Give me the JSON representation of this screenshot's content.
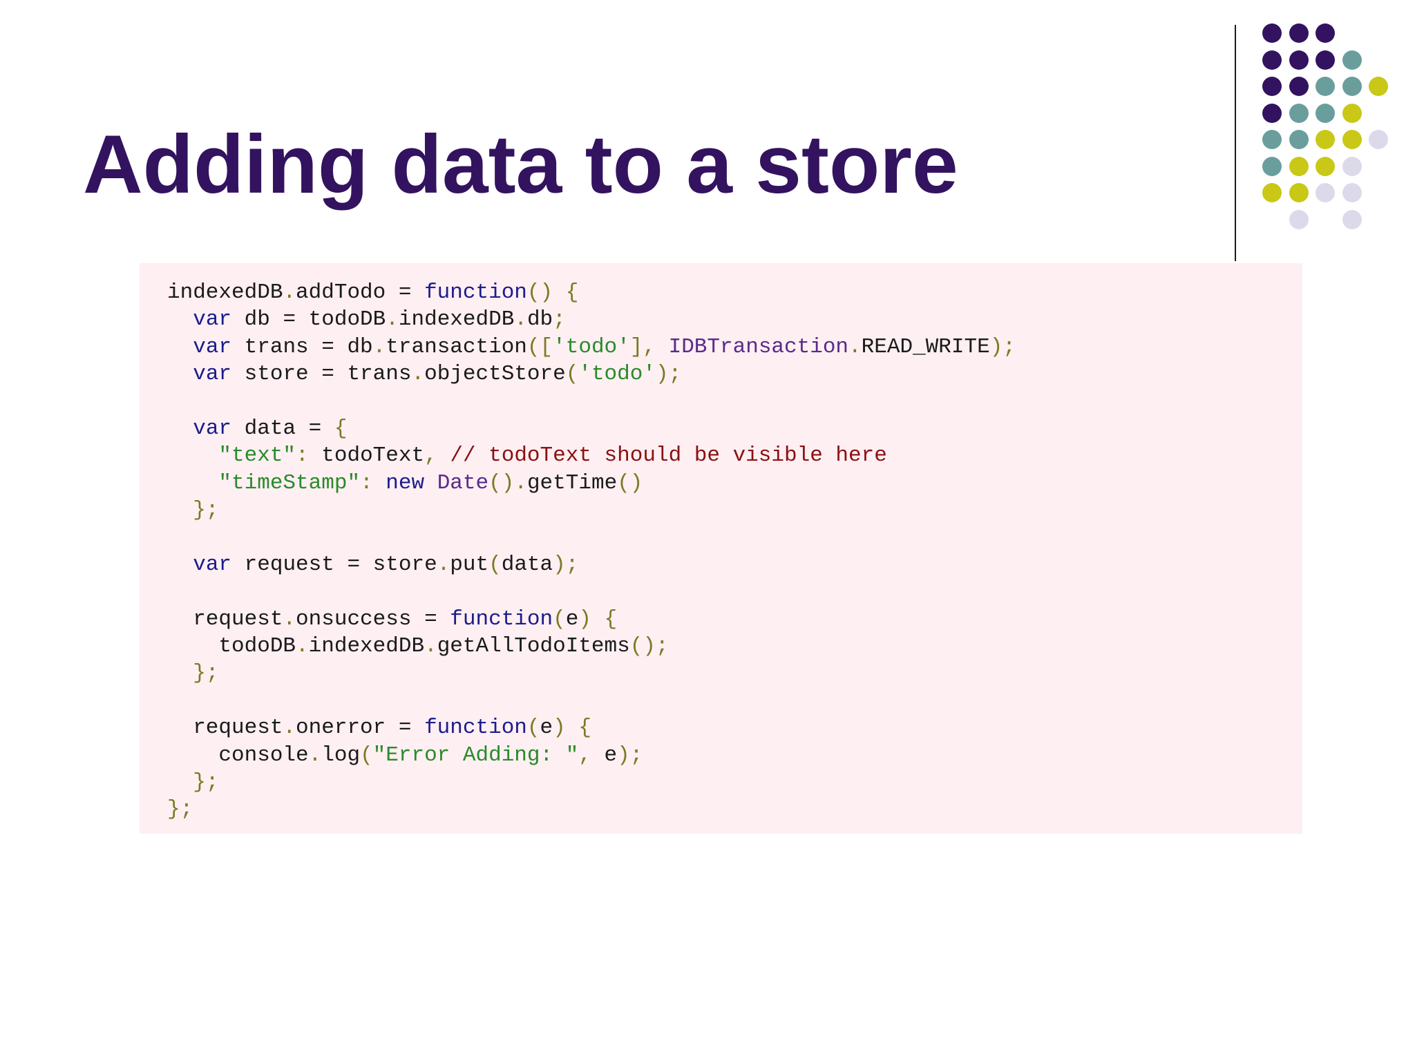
{
  "slide": {
    "title": "Adding data to a store"
  },
  "decoration": {
    "colors": {
      "purple": "#33135f",
      "teal": "#6a9e9c",
      "lime": "#c9c816",
      "lavender": "#dcdaea"
    }
  },
  "code": {
    "lines": [
      "indexedDB.addTodo = function() {",
      "  var db = todoDB.indexedDB.db;",
      "  var trans = db.transaction(['todo'], IDBTransaction.READ_WRITE);",
      "  var store = trans.objectStore('todo');",
      "",
      "  var data = {",
      "    \"text\": todoText, // todoText should be visible here",
      "    \"timeStamp\": new Date().getTime()",
      "  };",
      "",
      "  var request = store.put(data);",
      "",
      "  request.onsuccess = function(e) {",
      "    todoDB.indexedDB.getAllTodoItems();",
      "  };",
      "",
      "  request.onerror = function(e) {",
      "    console.log(\"Error Adding: \", e);",
      "  };",
      "};"
    ]
  }
}
